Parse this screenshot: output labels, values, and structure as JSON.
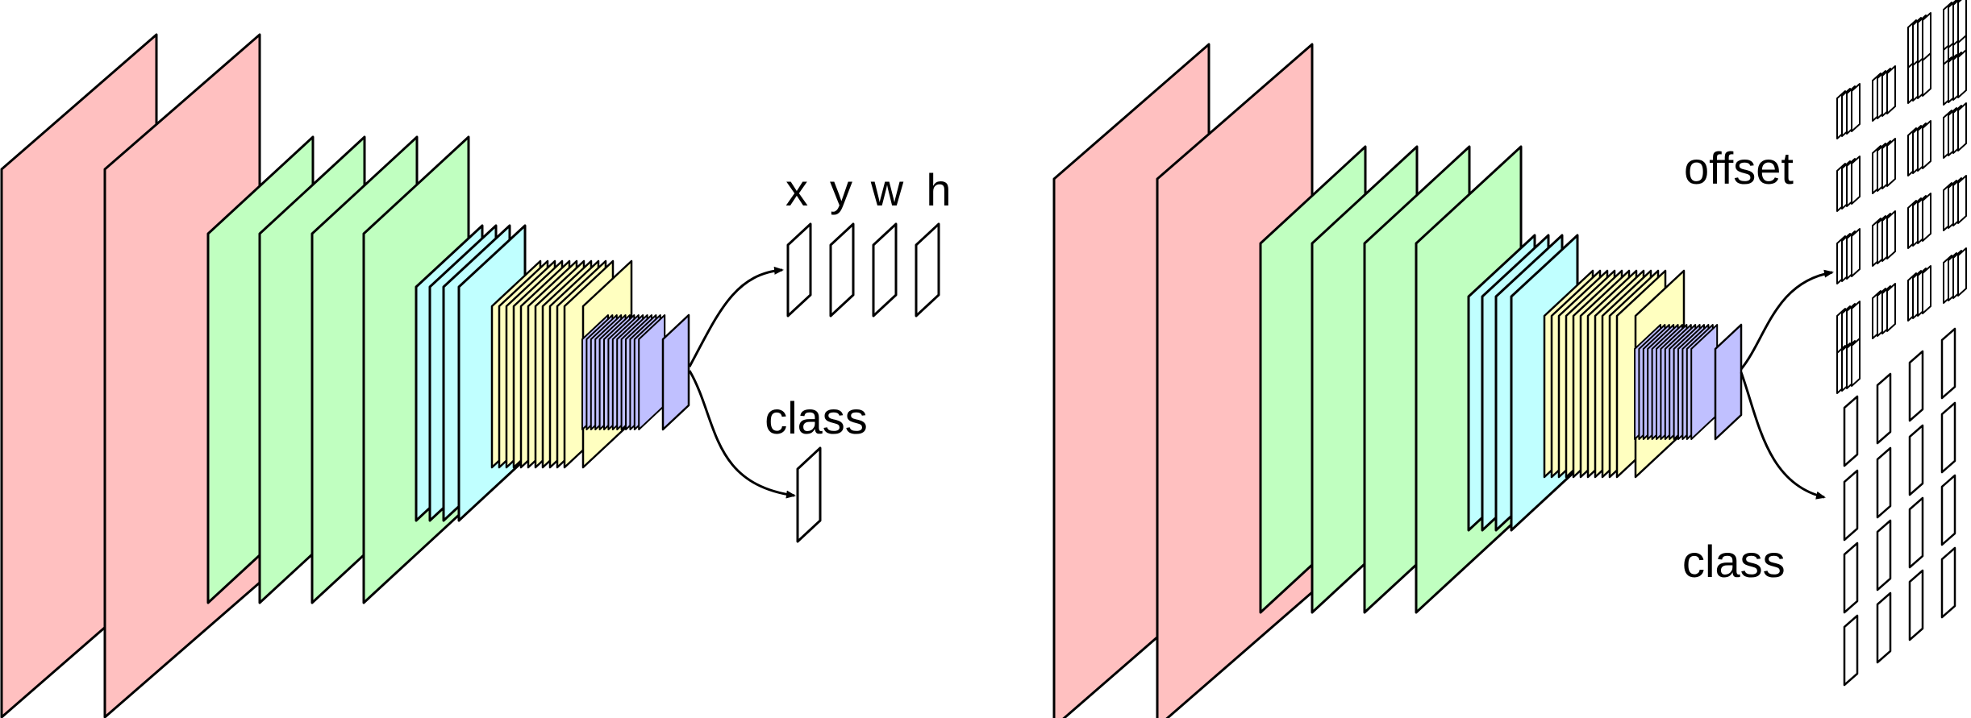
{
  "colors": {
    "stage1": "#ffc0c0",
    "stage2": "#c0ffc0",
    "stage3": "#c0ffff",
    "stage4": "#ffffc0",
    "stage5": "#c0c0ff",
    "output": "#ffffff",
    "stroke": "#000000"
  },
  "left_model": {
    "bbox_labels": [
      "x",
      "y",
      "w",
      "h"
    ],
    "class_label": "class"
  },
  "right_model": {
    "offset_label": "offset",
    "class_label": "class"
  }
}
